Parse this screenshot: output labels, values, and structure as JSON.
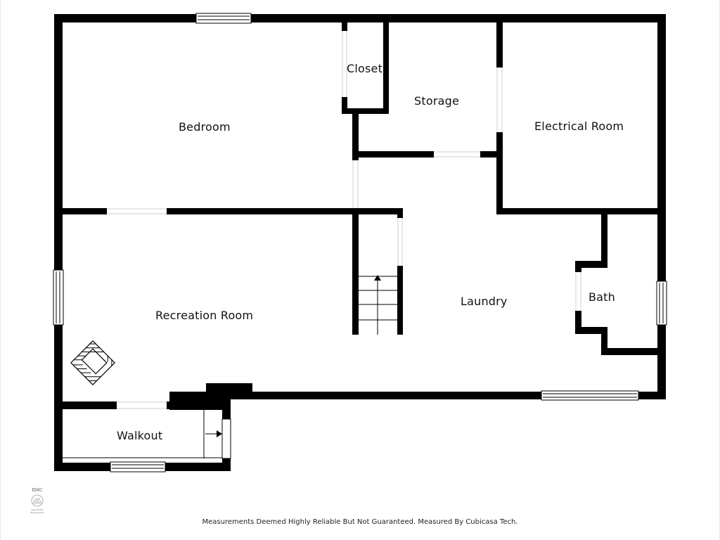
{
  "rooms": {
    "bedroom": "Bedroom",
    "closet": "Closet",
    "storage": "Storage",
    "electrical": "Electrical Room",
    "recreation": "Recreation Room",
    "laundry": "Laundry",
    "bath": "Bath",
    "walkout": "Walkout"
  },
  "logo": {
    "text": "RMC",
    "subtitle": "Real Estate Photography"
  },
  "footer": "Measurements Deemed Highly Reliable But Not Guaranteed. Measured By Cubicasa Tech.",
  "colors": {
    "wall": "#000000",
    "background": "#ffffff",
    "window": "#ffffff"
  }
}
